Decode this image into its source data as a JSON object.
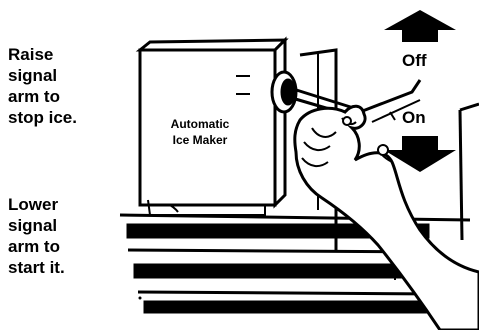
{
  "instructions": {
    "raise": [
      "Raise",
      "signal",
      "arm to",
      "stop ice."
    ],
    "lower": [
      "Lower",
      "signal",
      "arm to",
      "start it."
    ]
  },
  "device": {
    "label_line1": "Automatic",
    "label_line2": "Ice Maker"
  },
  "arrows": {
    "off_label": "Off",
    "on_label": "On"
  }
}
